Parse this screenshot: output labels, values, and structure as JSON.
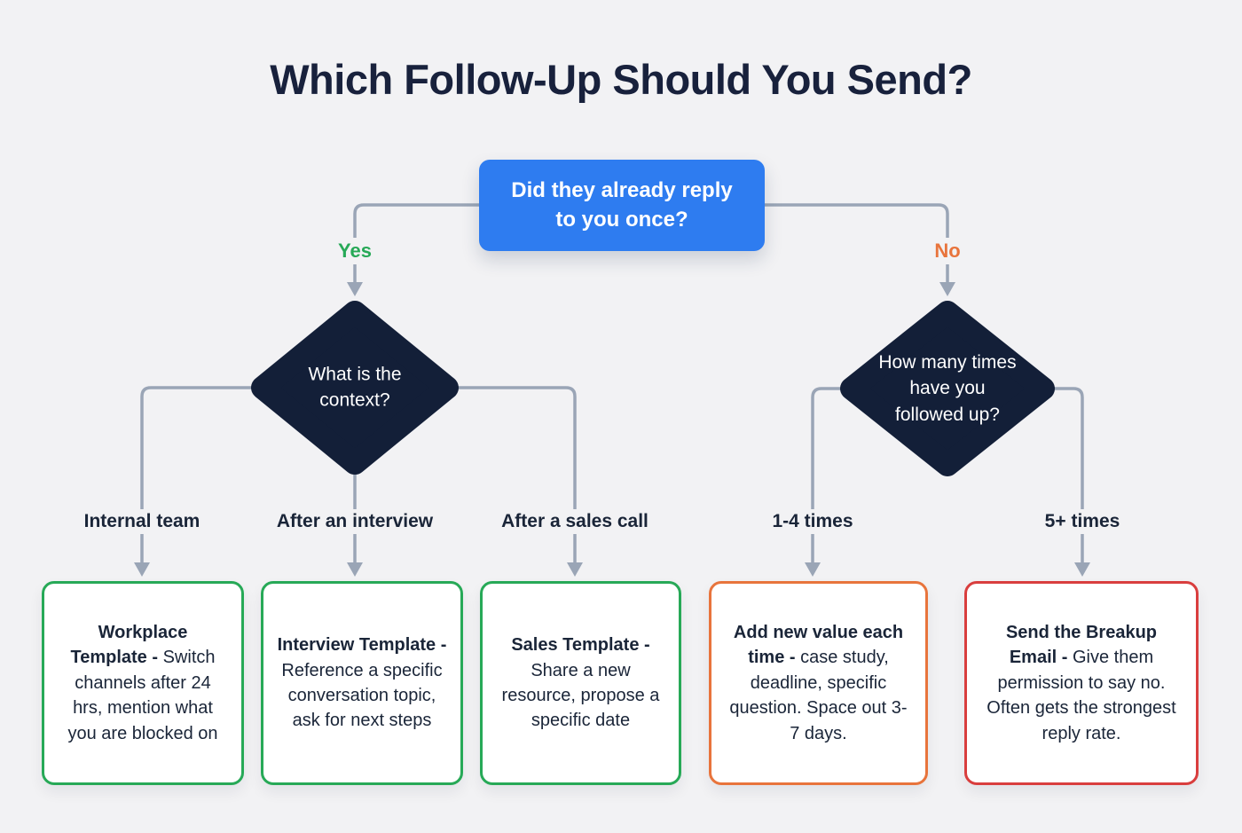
{
  "title": "Which Follow-Up Should You Send?",
  "root": {
    "question": "Did they already reply to you once?"
  },
  "answers": {
    "yes": "Yes",
    "no": "No"
  },
  "decisions": {
    "context": "What is the context?",
    "followups": "How many times have you followed up?"
  },
  "branch_labels": [
    "Internal team",
    "After an interview",
    "After a sales call",
    "1-4 times",
    "5+ times"
  ],
  "outcomes": [
    {
      "lead": "Workplace Template -",
      "rest": "Switch channels after 24 hrs, mention what you are blocked on",
      "accent_color": "#27a957"
    },
    {
      "lead": "Interview Template -",
      "rest": "Reference a specific conversation topic, ask for next steps",
      "accent_color": "#27a957"
    },
    {
      "lead": "Sales Template -",
      "rest": "Share a new resource, propose a specific date",
      "accent_color": "#27a957"
    },
    {
      "lead": "Add new value each time -",
      "rest": "case study, deadline, specific question. Space out 3-7 days.",
      "accent_color": "#e8743c"
    },
    {
      "lead": "Send the Breakup Email -",
      "rest": "Give them permission to say no. Often gets the strongest reply rate.",
      "accent_color": "#d93e3e"
    }
  ],
  "colors": {
    "background": "#f2f2f4",
    "title_text": "#18213c",
    "root_box": "#2e7cf0",
    "diamond": "#131f38",
    "connector": "#9aa5b6",
    "yes_label": "#27a957",
    "no_label": "#e8743c",
    "green_accent": "#27a957",
    "orange_accent": "#e8743c",
    "red_accent": "#d93e3e"
  }
}
